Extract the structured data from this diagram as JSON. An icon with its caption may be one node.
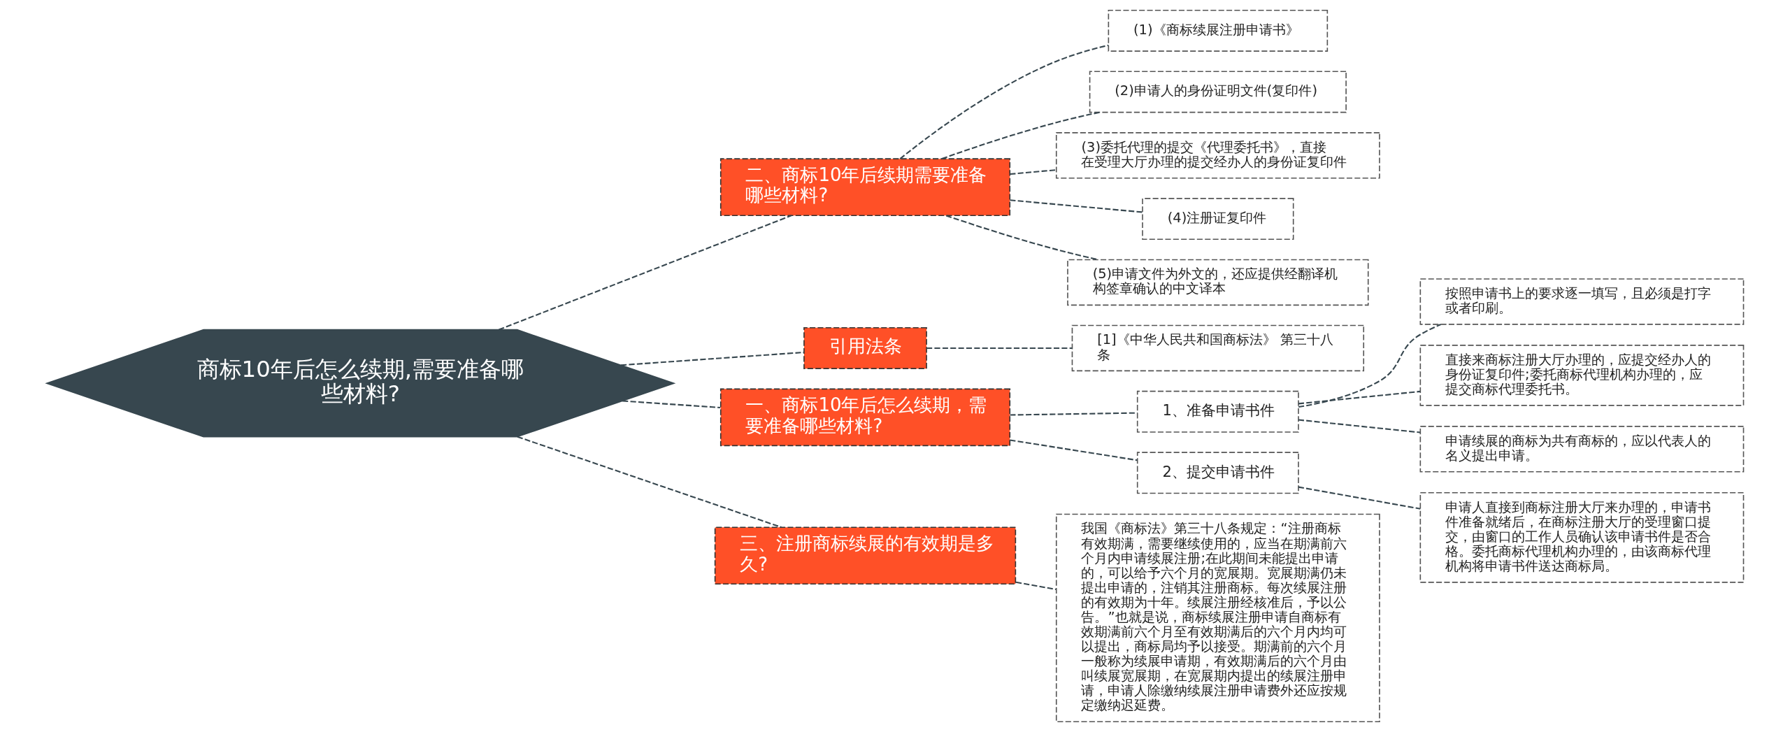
{
  "diagram": {
    "nodes": [
      {
        "text": [
          "商标10年后怎么续期,需要准备哪些材料?"
        ]
      },
      {
        "text": [
          "二、商标10年后续期需要准备哪些材料?"
        ]
      },
      {
        "text": [
          "(1)《商标续展注册申请书》"
        ]
      },
      {
        "text": [
          "(2)申请人的身份证明文件(复印件)"
        ]
      },
      {
        "text": [
          "(3)委托代理的提交《代理委托书》，直接在受理大厅办理的提交经办人的身份证复印件"
        ]
      },
      {
        "text": [
          "(4)注册证复印件"
        ]
      },
      {
        "text": [
          "(5)申请文件为外文的，还应提供经翻译机构签章确认的中文译本"
        ]
      },
      {
        "text": [
          "引用法条"
        ]
      },
      {
        "text": [
          "[1]《中华人民共和国商标法》 第三十八条"
        ]
      },
      {
        "text": [
          "一、商标10年后怎么续期，需要准备哪些材料?"
        ]
      },
      {
        "text": [
          "1、准备申请书件"
        ]
      },
      {
        "text": [
          "按照申请书上的要求逐一填写，且必须是打字或者印刷。"
        ]
      },
      {
        "text": [
          "直接来商标注册大厅办理的，应提交经办人的身份证复印件;委托商标代理机构办理的，应提交商标代理委托书。"
        ]
      },
      {
        "text": [
          "申请续展的商标为共有商标的，应以代表人的名义提出申请。"
        ]
      },
      {
        "text": [
          "2、提交申请书件"
        ]
      },
      {
        "text": [
          "申请人直接到商标注册大厅来办理的，申请书件准备就绪后，在商标注册大厅的受理窗口提交，由窗口的工作人员确认该申请书件是否合格。委托商标代理机构办理的，由该商标代理机构将申请书件送达商标局。"
        ]
      },
      {
        "text": [
          "三、注册商标续展的有效期是多久?"
        ]
      },
      {
        "text": [
          "我国《商标法》第三十八条规定：“注册商标有效期满，需要继续使用的，应当在期满前六个月内申请续展注册;在此期间未能提出申请的，可以给予六个月的宽展期。宽展期满仍未提出申请的，注销其注册商标。每次续展注册的有效期为十年。续展注册经核准后，予以公告。”也就是说，商标续展注册申请自商标有效期满前六个月至有效期满后的六个月内均可以提出，商标局均予以接受。期满前的六个月一般称为续展申请期，有效期满后的六个月由叫续展宽展期，在宽展期内提出的续展注册申请，申请人除缴纳续展注册申请费外还应按规定缴纳迟延费。"
        ]
      }
    ],
    "edges": [
      {
        "from": 0,
        "to": 1,
        "arrow": "none",
        "style": "dashed"
      },
      {
        "from": 1,
        "to": 2,
        "arrow": "none",
        "style": "dashed"
      },
      {
        "from": 1,
        "to": 3,
        "arrow": "none",
        "style": "dashed"
      },
      {
        "from": 1,
        "to": 4,
        "arrow": "none",
        "style": "dashed"
      },
      {
        "from": 1,
        "to": 5,
        "arrow": "none",
        "style": "dashed"
      },
      {
        "from": 1,
        "to": 6,
        "arrow": "none",
        "style": "dashed"
      },
      {
        "from": 0,
        "to": 7,
        "arrow": "none",
        "style": "dashed"
      },
      {
        "from": 7,
        "to": 8,
        "arrow": "none",
        "style": "dashed"
      },
      {
        "from": 0,
        "to": 9,
        "arrow": "none",
        "style": "dashed"
      },
      {
        "from": 9,
        "to": 10,
        "arrow": "none",
        "style": "dashed"
      },
      {
        "from": 10,
        "to": 11,
        "arrow": "none",
        "style": "dashed"
      },
      {
        "from": 10,
        "to": 12,
        "arrow": "none",
        "style": "dashed"
      },
      {
        "from": 10,
        "to": 13,
        "arrow": "none",
        "style": "dashed"
      },
      {
        "from": 9,
        "to": 14,
        "arrow": "none",
        "style": "dashed"
      },
      {
        "from": 14,
        "to": 15,
        "arrow": "none",
        "style": "dashed"
      },
      {
        "from": 0,
        "to": 16,
        "arrow": "none",
        "style": "dashed"
      },
      {
        "from": 16,
        "to": 17,
        "arrow": "none",
        "style": "dashed"
      }
    ]
  }
}
